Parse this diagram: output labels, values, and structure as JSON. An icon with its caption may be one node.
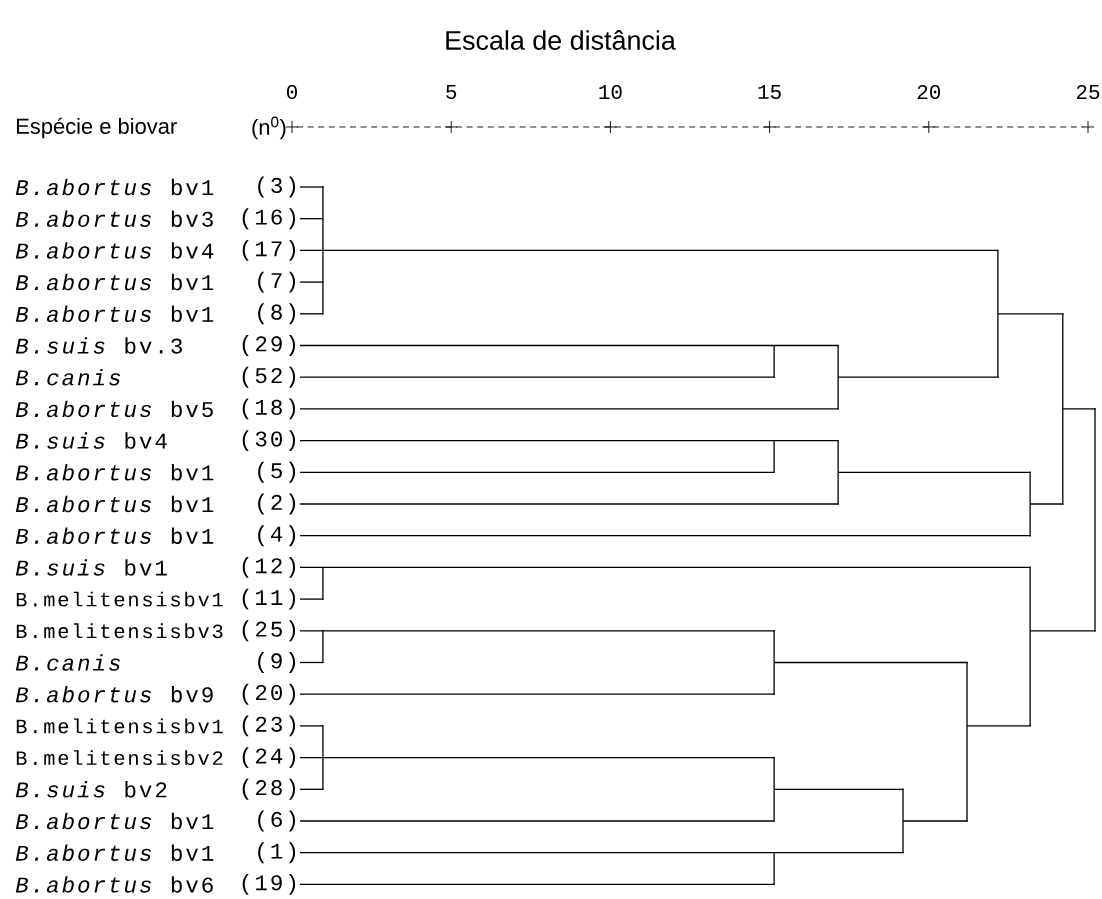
{
  "diagram": {
    "title": "Escala de distância",
    "labels": [
      "0",
      "5",
      "10",
      "15",
      "20",
      "25",
      "Espécie e biovar",
      "(n$^{0}$)",
      "*B.abortus* bv1",
      "(3)",
      "*B.abortus* bv3",
      "(16)",
      "*B.abortus* bv4",
      "(17)",
      "*B.abortus* bv1",
      "(7)",
      "*B.abortus* bv1",
      "(8)",
      "*B.suis* bv.3",
      "(29)",
      "*B.canis*",
      "(52)",
      "*B.abortus* bv5",
      "(18)",
      "*B.suis* bv4",
      "(30)",
      "*B.abortus* bv1",
      "(5)",
      "*B.abortus* bv1",
      "(2)",
      "*B.abortus* bv1",
      "(4)",
      "*B.suis* bv1",
      "(12)",
      "B.melitensisbv1",
      "(11)",
      "B.melitensisbv3",
      "(25)",
      "*B.canis*",
      "(9)",
      "*B.abortus* bv9",
      "(20)",
      "B.melitensisbv1",
      "(23)",
      "B.melitensisbv2",
      "(24)",
      "*B.suis* bv2",
      "(28)",
      "*B.abortus* bv1",
      "(6)",
      "*B.abortus* bv1",
      "(1)",
      "*B.abortus* bv6",
      "(19)"
    ]
  }
}
